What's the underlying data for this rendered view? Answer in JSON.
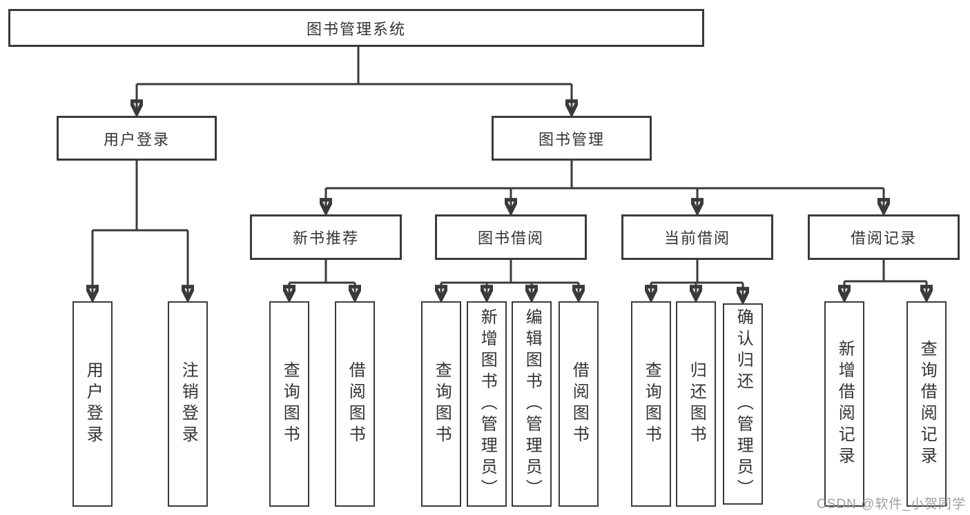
{
  "diagram": {
    "root": {
      "label": "图书管理系统"
    },
    "level2": [
      {
        "label": "用户登录"
      },
      {
        "label": "图书管理"
      }
    ],
    "level3": [
      {
        "label": "新书推荐",
        "parent": "图书管理"
      },
      {
        "label": "图书借阅",
        "parent": "图书管理"
      },
      {
        "label": "当前借阅",
        "parent": "图书管理"
      },
      {
        "label": "借阅记录",
        "parent": "图书管理"
      }
    ],
    "leaves": [
      {
        "label": "用户登录",
        "parent": "用户登录"
      },
      {
        "label": "注销登录",
        "parent": "用户登录"
      },
      {
        "label": "查询图书",
        "parent": "新书推荐"
      },
      {
        "label": "借阅图书",
        "parent": "新书推荐"
      },
      {
        "label": "查询图书",
        "parent": "图书借阅"
      },
      {
        "label": "新增图书（管理员）",
        "parent": "图书借阅"
      },
      {
        "label": "编辑图书（管理员）",
        "parent": "图书借阅"
      },
      {
        "label": "借阅图书",
        "parent": "图书借阅"
      },
      {
        "label": "查询图书",
        "parent": "当前借阅"
      },
      {
        "label": "归还图书",
        "parent": "当前借阅"
      },
      {
        "label": "确认归还（管理员）",
        "parent": "当前借阅"
      },
      {
        "label": "新增借阅记录",
        "parent": "借阅记录"
      },
      {
        "label": "查询借阅记录",
        "parent": "借阅记录"
      }
    ]
  },
  "watermark": {
    "text": "CSDN @软件_小贺同学"
  },
  "colors": {
    "line": "#3a3a3a",
    "box_border": "#3a3a3a",
    "text": "#333333",
    "watermark": "#949494",
    "background": "#ffffff"
  }
}
